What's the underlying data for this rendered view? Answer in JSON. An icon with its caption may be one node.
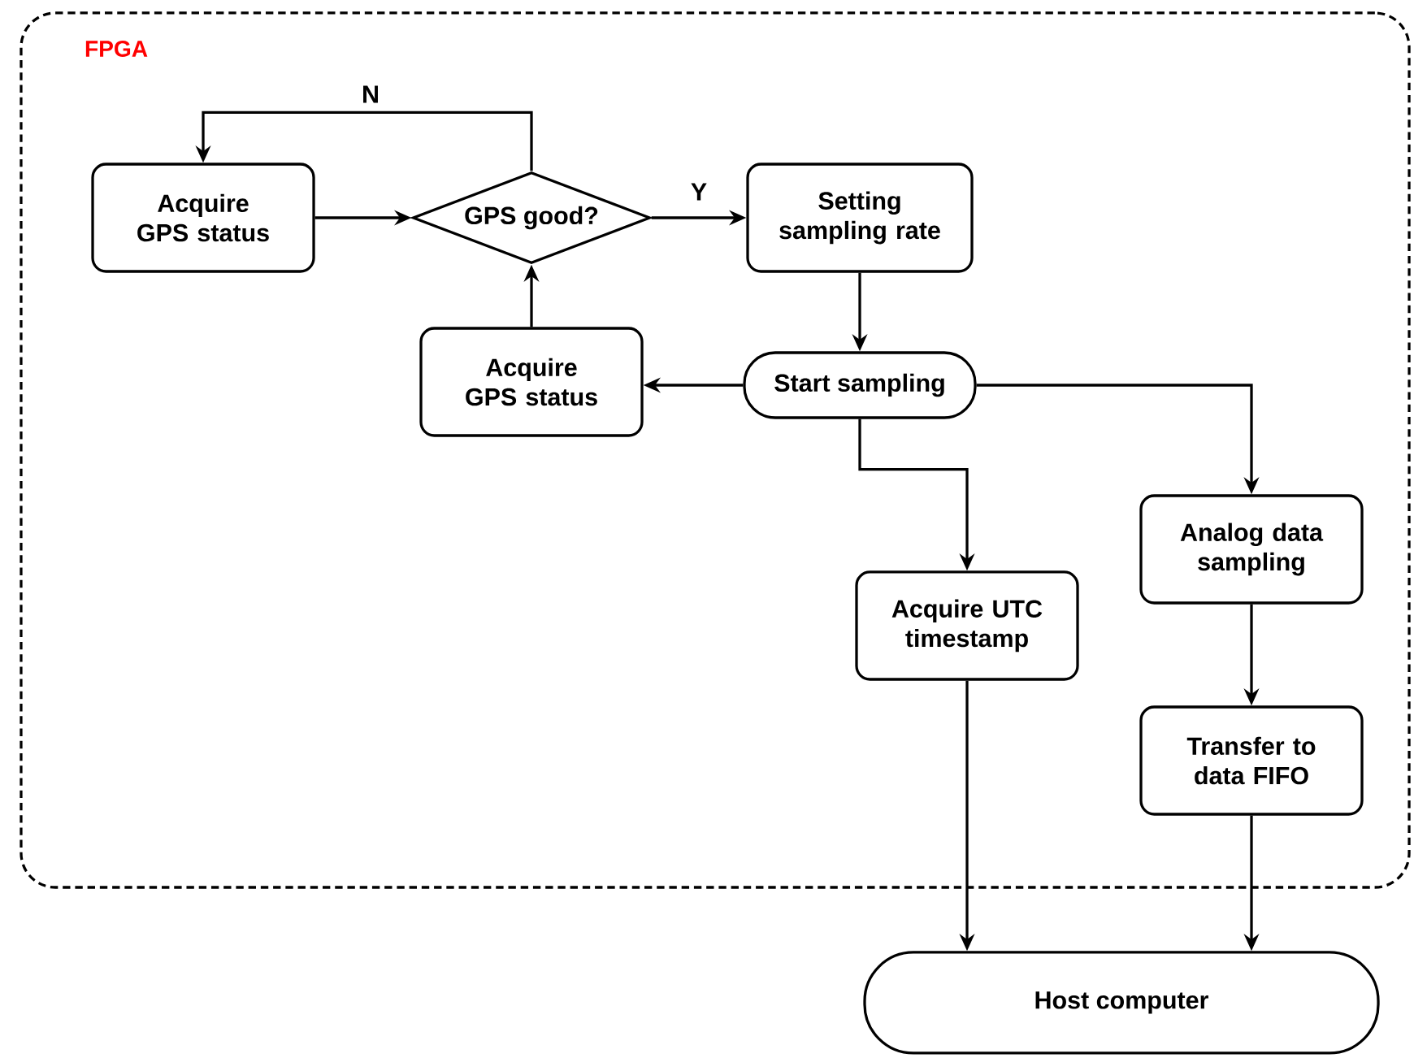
{
  "diagram": {
    "nodes": [
      {
        "text": [
          "FPGA"
        ]
      },
      {
        "text": [
          "Acquire GPS status"
        ],
        "in": 0
      },
      {
        "text": [
          "GPS good?"
        ],
        "in": 0
      },
      {
        "text": [
          "Setting sampling rate"
        ],
        "in": 0
      },
      {
        "text": [
          "Acquire GPS status"
        ],
        "in": 0
      },
      {
        "text": [
          "Start sampling"
        ],
        "in": 0
      },
      {
        "text": [
          "Acquire UTC timestamp"
        ],
        "in": 0
      },
      {
        "text": [
          "Analog data sampling"
        ],
        "in": 0
      },
      {
        "text": [
          "Transfer to data FIFO"
        ],
        "in": 0
      },
      {
        "text": [
          "Host computer"
        ]
      }
    ],
    "edges": [
      {
        "from": 1,
        "to": 2,
        "arrow": "to"
      },
      {
        "from": 2,
        "to": 1,
        "arrow": "to",
        "label": "N"
      },
      {
        "from": 2,
        "to": 3,
        "arrow": "to",
        "label": "Y"
      },
      {
        "from": 3,
        "to": 5,
        "arrow": "to"
      },
      {
        "from": 5,
        "to": 4,
        "arrow": "to"
      },
      {
        "from": 4,
        "to": 2,
        "arrow": "to"
      },
      {
        "from": 5,
        "to": 6,
        "arrow": "to"
      },
      {
        "from": 5,
        "to": 7,
        "arrow": "to"
      },
      {
        "from": 7,
        "to": 8,
        "arrow": "to"
      },
      {
        "from": 6,
        "to": 9,
        "arrow": "to"
      },
      {
        "from": 8,
        "to": 9,
        "arrow": "to"
      }
    ]
  }
}
